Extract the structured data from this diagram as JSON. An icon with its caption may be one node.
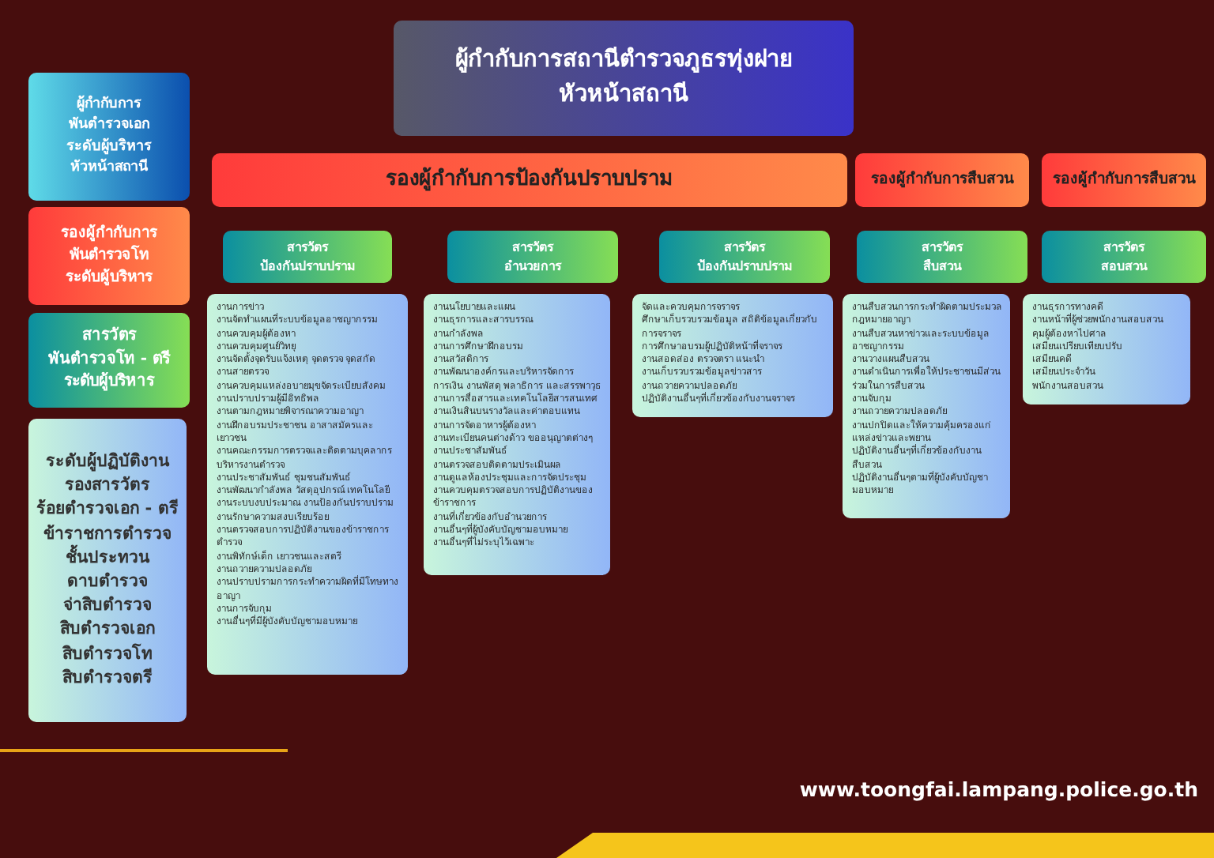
{
  "diagram": {
    "nodes": [
      {
        "text": [
          "ผู้กำกับการสถานีตำรวจภูธรทุ่งฝาย",
          "หัวหน้าสถานี"
        ]
      },
      {
        "text": [
          "ผู้กำกับการ",
          "พันตำรวจเอก",
          "ระดับผู้บริหาร",
          "หัวหน้าสถานี"
        ]
      },
      {
        "text": [
          "รองผู้กำกับการป้องกันปราบปราม"
        ]
      },
      {
        "text": [
          "รองผู้กำกับการสืบสวน"
        ]
      },
      {
        "text": [
          "รองผู้กำกับการสืบสวน"
        ]
      },
      {
        "text": [
          "รองผู้กำกับการ",
          "พันตำรวจโท",
          "ระดับผู้บริหาร"
        ]
      },
      {
        "text": [
          "สารวัตร",
          "ป้องกันปราบปราม"
        ]
      },
      {
        "text": [
          "สารวัตร",
          "อำนวยการ"
        ]
      },
      {
        "text": [
          "สารวัตร",
          "ป้องกันปราบปราม"
        ]
      },
      {
        "text": [
          "สารวัตร",
          "สืบสวน"
        ]
      },
      {
        "text": [
          "สารวัตร",
          "สอบสวน"
        ]
      },
      {
        "text": [
          "สารวัตร",
          "พันตำรวจโท - ตรี",
          "ระดับผู้บริหาร"
        ]
      },
      {
        "text": [
          "งานการข่าว",
          "งานจัดทำแผนที่ระบบข้อมูลอาชญากรรม",
          "งานควบคุมผู้ต้องหา",
          "งานควบคุมศูนย์วิทยุ",
          "งานจัดตั้งจุดรับแจ้งเหตุ จุดตรวจ จุดสกัด",
          "งานสายตรวจ",
          "งานควบคุมแหล่งอบายมุขจัดระเบียบสังคม",
          "งานปราบปรามผู้มีอิทธิพล",
          "งานตามกฎหมายพิจารณาความอาญา",
          "งานฝึกอบรมประชาชน อาสาสมัครและเยาวชน",
          "งานคณะกรรมการตรวจและติดตามบุคลากรบริหารงานตำรวจ",
          "งานประชาสัมพันธ์ ชุมชนสัมพันธ์",
          "งานพัฒนากำลังพล วัสดุอุปกรณ์ เทคโนโลยี",
          "งานระบบงบประมาณ งานป้องกันปราบปราม งานรักษาความสงบเรียบร้อย",
          "งานตรวจสอบการปฏิบัติงานของข้าราชการตำรวจ",
          "งานพิทักษ์เด็ก เยาวชนและสตรี",
          "งานถวายความปลอดภัย",
          "งานปราบปรามการกระทำความผิดที่มีโทษทางอาญา",
          "งานการจับกุม",
          "งานอื่นๆที่มีผู้บังคับบัญชามอบหมาย"
        ]
      },
      {
        "text": [
          "งานนโยบายและแผน",
          "งานธุรการและสารบรรณ",
          "งานกำลังพล",
          "งานการศึกษาฝึกอบรม",
          "งานสวัสดิการ",
          "งานพัฒนาองค์กรและบริหารจัดการ",
          "การเงิน งานพัสดุ พลาธิการ และสรรพาวุธ",
          "งานการสื่อสารและเทคโนโลยีสารสนเทศ",
          "งานเงินสินบนรางวัลและค่าตอบแทน",
          "งานการจัดอาหารผู้ต้องหา",
          "งานทะเบียนคนต่างด้าว ขออนุญาตต่างๆ",
          "งานประชาสัมพันธ์",
          "งานตรวจสอบติดตามประเมินผล",
          "งานดูแลห้องประชุมและการจัดประชุม",
          "งานควบคุมตรวจสอบการปฏิบัติงานของข้าราชการ",
          "งานที่เกี่ยวข้องกับอำนวยการ",
          "งานอื่นๆที่ผู้บังคับบัญชามอบหมาย",
          "งานอื่นๆที่ไม่ระบุไว้เฉพาะ"
        ]
      },
      {
        "text": [
          "จัดและควบคุมการจราจร",
          "ศึกษาเก็บรวบรวมข้อมูล สถิติข้อมูลเกี่ยวกับการจราจร",
          "การศึกษาอบรมผู้ปฏิบัติหน้าที่จราจร",
          "งานสอดส่อง ตรวจตรา แนะนำ",
          "งานเก็บรวบรวมข้อมูลข่าวสาร",
          "งานถวายความปลอดภัย",
          "ปฏิบัติงานอื่นๆที่เกี่ยวข้องกับงานจราจร"
        ]
      },
      {
        "text": [
          "งานสืบสวนการกระทำผิดตามประมวลกฎหมายอาญา",
          "งานสืบสวนหาข่าวและระบบข้อมูลอาชญากรรม",
          "งานวางแผนสืบสวน",
          "งานดำเนินการเพื่อให้ประชาชนมีส่วนร่วมในการสืบสวน",
          "งานจับกุม",
          "งานถวายความปลอดภัย",
          "งานปกปิดและให้ความคุ้มครองแก่แหล่งข่าวและพยาน",
          "ปฏิบัติงานอื่นๆที่เกี่ยวข้องกับงานสืบสวน",
          "ปฏิบัติงานอื่นๆตามที่ผู้บังคับบัญชามอบหมาย"
        ]
      },
      {
        "text": [
          "งานธุรการทางคดี",
          "งานหน้าที่ผู้ช่วยพนักงานสอบสวน",
          "คุมผู้ต้องหาไปศาล",
          "เสมียนเปรียบเทียบปรับ",
          "เสมียนคดี",
          "เสมียนประจำวัน",
          "พนักงานสอบสวน"
        ]
      },
      {
        "text": [
          "ระดับผู้ปฏิบัติงาน",
          "รองสารวัตร",
          "ร้อยตำรวจเอก - ตรี",
          "ข้าราชการตำรวจ",
          "ชั้นประทวน",
          "ดาบตำรวจ",
          "จ่าสิบตำรวจ",
          "สิบตำรวจเอก",
          "สิบตำรวจโท",
          "สิบตำรวจตรี"
        ]
      }
    ],
    "labels": [
      "www.toongfai.lampang.police.go.th"
    ]
  }
}
